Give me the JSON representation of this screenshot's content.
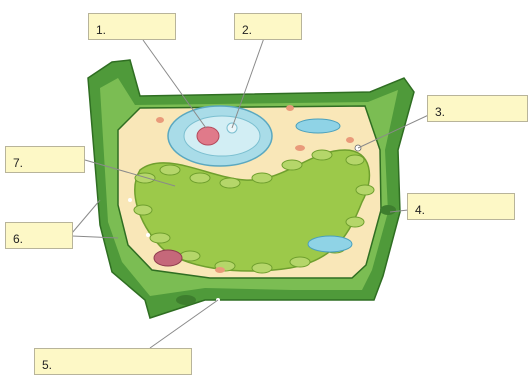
{
  "labels": [
    {
      "id": 1,
      "number": "1.",
      "answer": ""
    },
    {
      "id": 2,
      "number": "2.",
      "answer": ""
    },
    {
      "id": 3,
      "number": "3.",
      "answer": ""
    },
    {
      "id": 4,
      "number": "4.",
      "answer": ""
    },
    {
      "id": 5,
      "number": "5.",
      "answer": ""
    },
    {
      "id": 6,
      "number": "6.",
      "answer": ""
    },
    {
      "id": 7,
      "number": "7.",
      "answer": ""
    }
  ],
  "colors": {
    "cell_wall": "#4f9a3a",
    "cell_wall_light": "#84c25a",
    "cytoplasm": "#f9e7b8",
    "vacuole": "#9cc94a",
    "chloroplast": "#b5d66a",
    "nucleus": "#a9dce8",
    "nucleolus": "#e07a8a",
    "label_box": "#fdf8c6",
    "leader_line": "#8a8a8a"
  }
}
